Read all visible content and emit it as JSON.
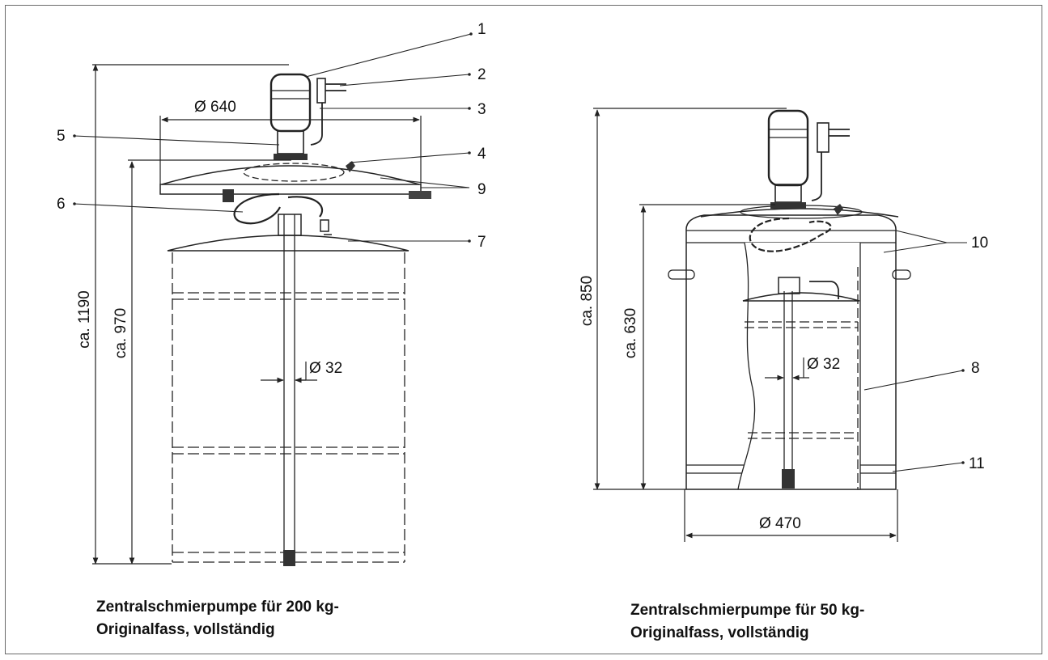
{
  "left_figure": {
    "caption_line1": "Zentralschmierpumpe für 200 kg-",
    "caption_line2": "Originalfass, vollständig",
    "dim_width": "Ø 640",
    "dim_height_total": "ca. 1190",
    "dim_height_barrel": "ca. 970",
    "dim_tube": "Ø 32",
    "callouts": [
      "1",
      "2",
      "3",
      "4",
      "5",
      "6",
      "7",
      "9"
    ]
  },
  "right_figure": {
    "caption_line1": "Zentralschmierpumpe für 50 kg-",
    "caption_line2": "Originalfass, vollständig",
    "dim_width": "Ø 470",
    "dim_height_total": "ca. 850",
    "dim_height_barrel": "ca. 630",
    "dim_tube": "Ø 32",
    "callouts": [
      "10",
      "8",
      "11"
    ]
  },
  "colors": {
    "line": "#222222",
    "frame": "#6a6a6a"
  }
}
